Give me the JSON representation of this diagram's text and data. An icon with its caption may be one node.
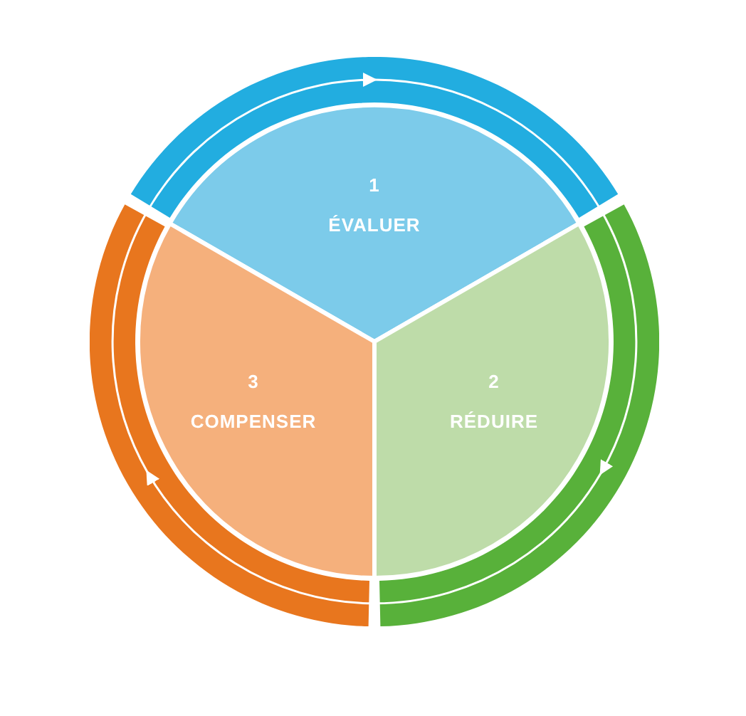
{
  "diagram": {
    "nodes": [
      {
        "text": [
          "1",
          "ÉVALUER"
        ]
      },
      {
        "text": [
          "2",
          "RÉDUIRE"
        ]
      },
      {
        "text": [
          "3",
          "COMPENSER"
        ]
      }
    ],
    "edges": [
      {
        "from": 0,
        "to": 1,
        "arrow": "to"
      },
      {
        "from": 1,
        "to": 2,
        "arrow": "to"
      },
      {
        "from": 2,
        "to": 0,
        "arrow": "to"
      }
    ]
  }
}
